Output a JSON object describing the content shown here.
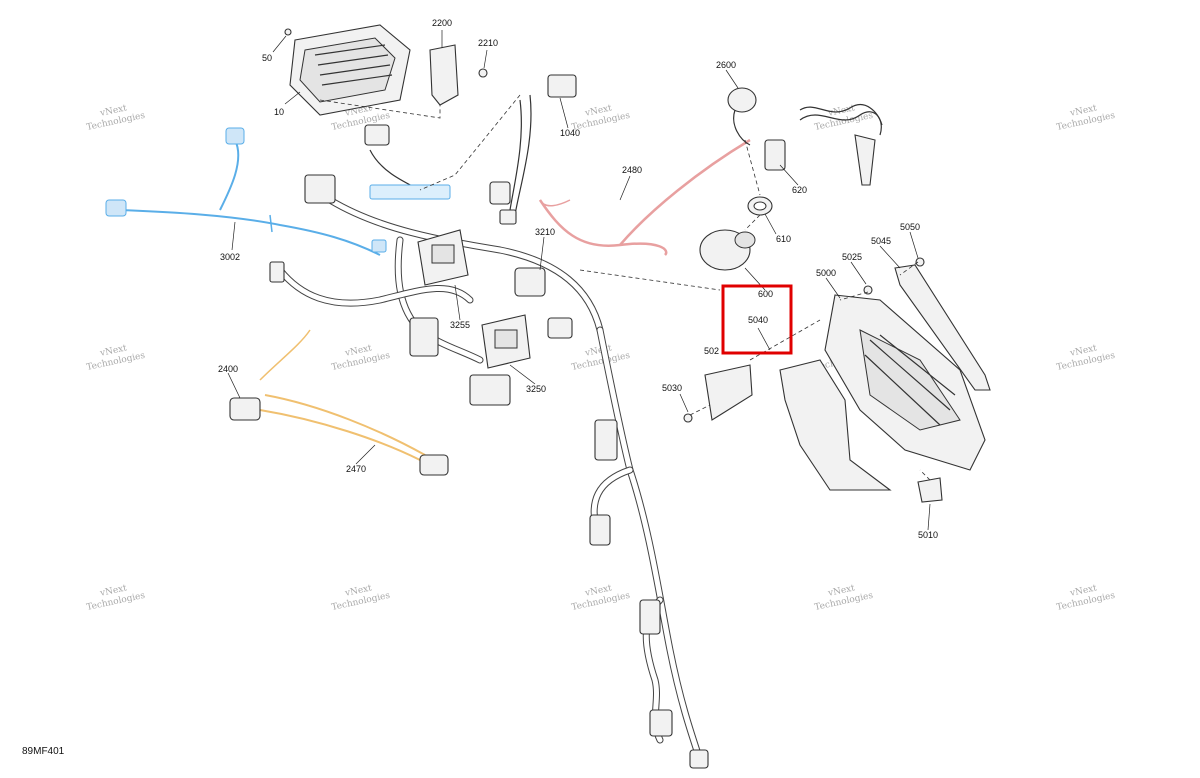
{
  "figure_code": "89MF401",
  "watermark_text": [
    "vNext",
    "Technologies"
  ],
  "highlight_color": "#e00000",
  "callouts": [
    {
      "id": "50",
      "text": "50"
    },
    {
      "id": "10",
      "text": "10"
    },
    {
      "id": "2200",
      "text": "2200"
    },
    {
      "id": "2210",
      "text": "2210"
    },
    {
      "id": "1040",
      "text": "1040"
    },
    {
      "id": "2600",
      "text": "2600"
    },
    {
      "id": "620",
      "text": "620"
    },
    {
      "id": "2480",
      "text": "2480"
    },
    {
      "id": "610",
      "text": "610"
    },
    {
      "id": "3002",
      "text": "3002"
    },
    {
      "id": "3210",
      "text": "3210"
    },
    {
      "id": "600",
      "text": "600"
    },
    {
      "id": "5050",
      "text": "5050"
    },
    {
      "id": "5045",
      "text": "5045"
    },
    {
      "id": "5025",
      "text": "5025"
    },
    {
      "id": "5000",
      "text": "5000"
    },
    {
      "id": "5040",
      "text": "5040"
    },
    {
      "id": "502",
      "text": "502"
    },
    {
      "id": "3255",
      "text": "3255"
    },
    {
      "id": "2400",
      "text": "2400"
    },
    {
      "id": "5030",
      "text": "5030"
    },
    {
      "id": "3250",
      "text": "3250"
    },
    {
      "id": "2470",
      "text": "2470"
    },
    {
      "id": "5010",
      "text": "5010"
    }
  ],
  "highlighted_callout": "5040",
  "wire_colors": {
    "blue": "#5aaee8",
    "red": "#e8a0a0",
    "yellow": "#f0c070"
  }
}
